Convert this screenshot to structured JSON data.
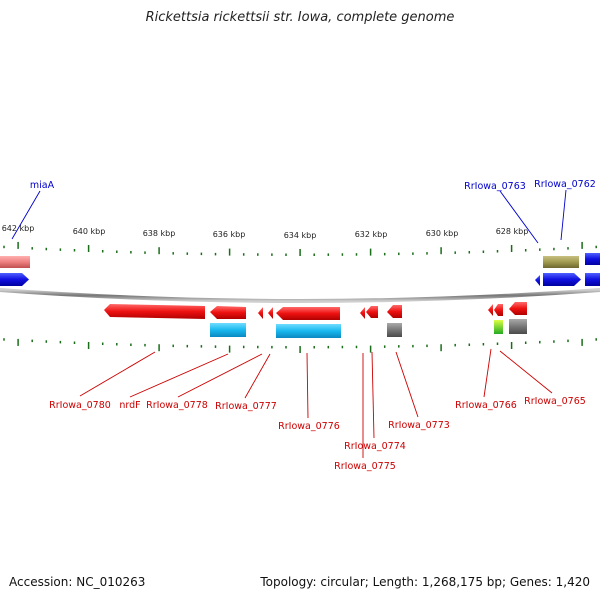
{
  "title": "Rickettsia rickettsii str. Iowa, complete genome",
  "colors": {
    "forward_cds": "#1010e0",
    "reverse_cds": "#ee1111",
    "rrna": "#ee8080",
    "trna": "#a09a50",
    "cyan": "#18b8ee",
    "gray": "#777777",
    "green": "#88cc22",
    "tick": "#1a6e1a",
    "backbone": "#888888",
    "label_blue": "#0000cc",
    "label_red": "#cc0000"
  },
  "scale_labels": [
    "642 kbp",
    "640 kbp",
    "638 kbp",
    "636 kbp",
    "634 kbp",
    "632 kbp",
    "630 kbp",
    "628 kbp"
  ],
  "gene_labels_top": [
    {
      "text": "miaA"
    },
    {
      "text": "RrIowa_0763"
    },
    {
      "text": "RrIowa_0762"
    }
  ],
  "gene_labels_bottom": [
    {
      "text": "RrIowa_0780"
    },
    {
      "text": "nrdF"
    },
    {
      "text": "RrIowa_0778"
    },
    {
      "text": "RrIowa_0777"
    },
    {
      "text": "RrIowa_0776"
    },
    {
      "text": "RrIowa_0774"
    },
    {
      "text": "RrIowa_0775"
    },
    {
      "text": "RrIowa_0773"
    },
    {
      "text": "RrIowa_0766"
    },
    {
      "text": "RrIowa_0765"
    }
  ],
  "footer": {
    "accession": "Accession: NC_010263",
    "summary": "Topology: circular; Length: 1,268,175 bp; Genes: 1,420"
  }
}
